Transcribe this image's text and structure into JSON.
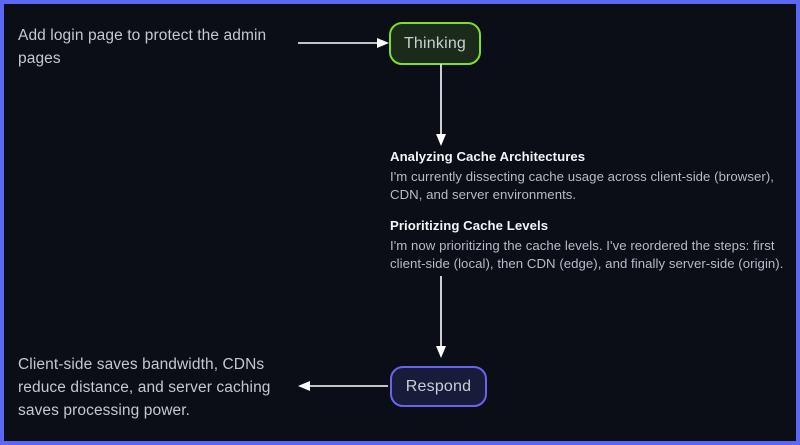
{
  "frame": {
    "background_color": "#0b0e17",
    "border_color": "#5b68f5"
  },
  "prompt": {
    "text": "Add login page to protect the admin pages"
  },
  "nodes": {
    "thinking": {
      "label": "Thinking",
      "border_color": "#7ee021",
      "fill_color": "#1b2a1b"
    },
    "respond": {
      "label": "Respond",
      "border_color": "#6b63f0",
      "fill_color": "#181c3a"
    }
  },
  "thinking_log": {
    "entries": [
      {
        "title": "Analyzing Cache Architectures",
        "body": "I'm currently dissecting cache usage across client-side (browser), CDN, and server environments."
      },
      {
        "title": "Prioritizing Cache Levels",
        "body": "I'm now prioritizing the cache levels. I've reordered the steps: first client-side (local), then CDN (edge), and finally server-side (origin)."
      }
    ]
  },
  "response": {
    "text": "Client-side saves bandwidth, CDNs reduce distance, and server caching saves processing power."
  },
  "arrows": {
    "color": "#ffffff",
    "prompt_to_thinking": "arrow-right-icon",
    "thinking_to_log": "arrow-down-icon",
    "log_to_respond": "arrow-down-icon",
    "respond_to_response": "arrow-left-icon"
  }
}
